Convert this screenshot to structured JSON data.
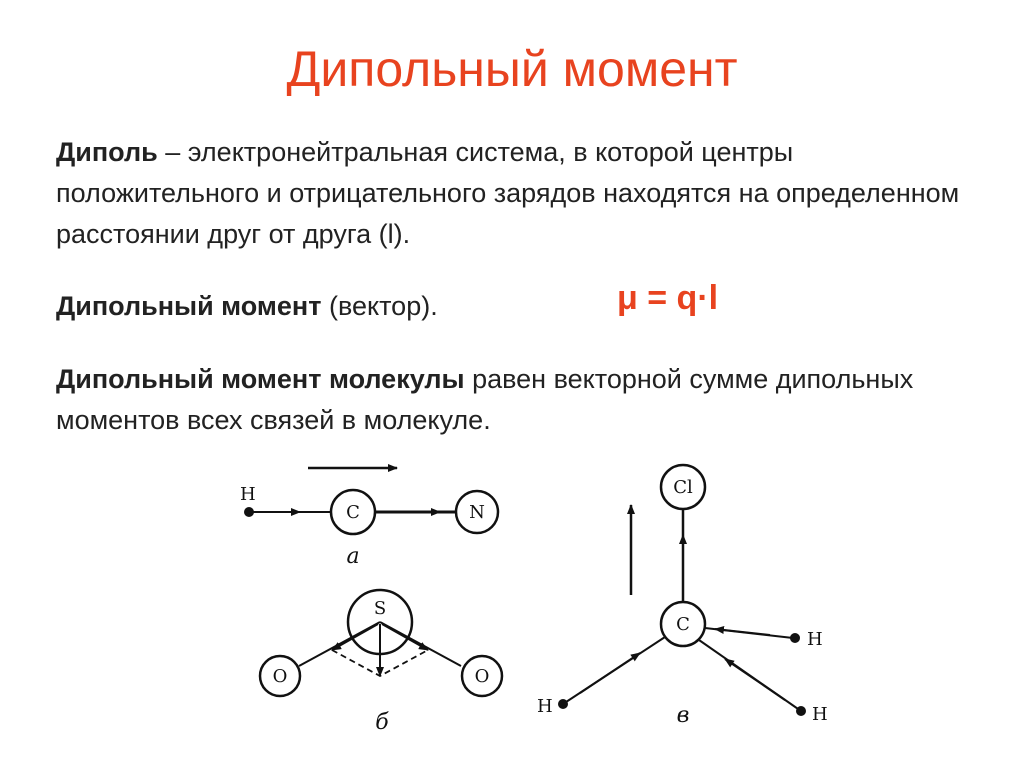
{
  "title": "Дипольный момент",
  "definition": {
    "term": "Диполь",
    "text": " – электронейтральная система, в которой центры положительного и отрицательного зарядов находятся на определенном расстоянии друг от друга (l)."
  },
  "dipole_moment": {
    "term": "Дипольный момент",
    "text": " (вектор).",
    "formula": "μ = q·l"
  },
  "molecule_moment": {
    "term": "Дипольный момент молекулы",
    "text": " равен векторной сумме дипольных моментов всех связей в молекуле."
  },
  "figures": {
    "a": {
      "atoms": [
        "H",
        "C",
        "N"
      ],
      "caption": "а"
    },
    "b": {
      "atoms": [
        "S",
        "O",
        "O"
      ],
      "caption": "б"
    },
    "c": {
      "atoms": [
        "Cl",
        "C",
        "H",
        "H",
        "H"
      ],
      "caption": "в"
    }
  }
}
